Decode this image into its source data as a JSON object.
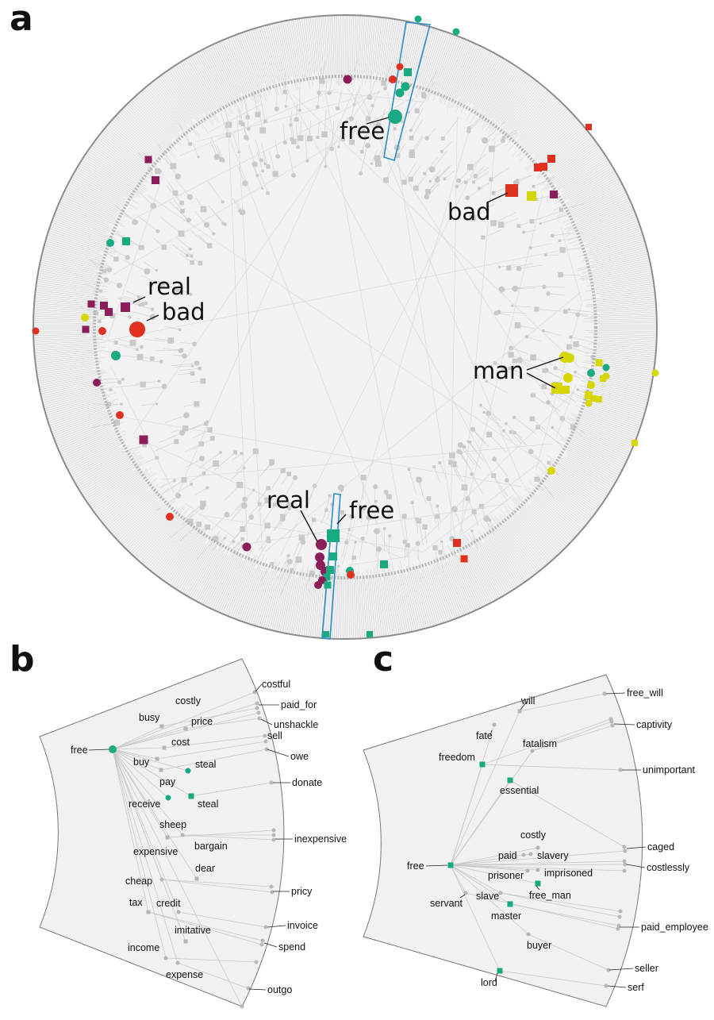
{
  "panels": {
    "a": "a",
    "b": "b",
    "c": "c"
  },
  "colors": {
    "green": "#1aaa82",
    "red": "#e03020",
    "purple": "#8a1d5a",
    "yellow": "#d6d600",
    "gray_node": "#bdbdbd",
    "edge": "#cccccc",
    "highlight_box": "#2a8fc7",
    "panel_bg": "#f1f1f1"
  },
  "panel_a": {
    "labels": {
      "free_top": "free",
      "bad_right": "bad",
      "real_left": "real",
      "bad_left": "bad",
      "man": "man",
      "real_bottom": "real",
      "free_bottom": "free"
    }
  },
  "panel_b": {
    "root": "free",
    "labels": [
      "costful",
      "busy",
      "costly",
      "paid_for",
      "price",
      "unshackle",
      "cost",
      "sell",
      "owe",
      "buy",
      "steal",
      "pay",
      "donate",
      "receive",
      "steal",
      "sheep",
      "bargain",
      "inexpensive",
      "expensive",
      "dear",
      "cheap",
      "pricy",
      "tax",
      "credit",
      "invoice",
      "imitative",
      "spend",
      "income",
      "expense",
      "outgo"
    ]
  },
  "panel_c": {
    "root": "free",
    "labels": [
      "will",
      "free_will",
      "fate",
      "captivity",
      "fatalism",
      "freedom",
      "unimportant",
      "essential",
      "costly",
      "caged",
      "paid",
      "slavery",
      "costlessly",
      "prisoner",
      "imprisoned",
      "free_man",
      "slave",
      "servant",
      "master",
      "paid_employee",
      "buyer",
      "seller",
      "lord",
      "serf"
    ]
  }
}
